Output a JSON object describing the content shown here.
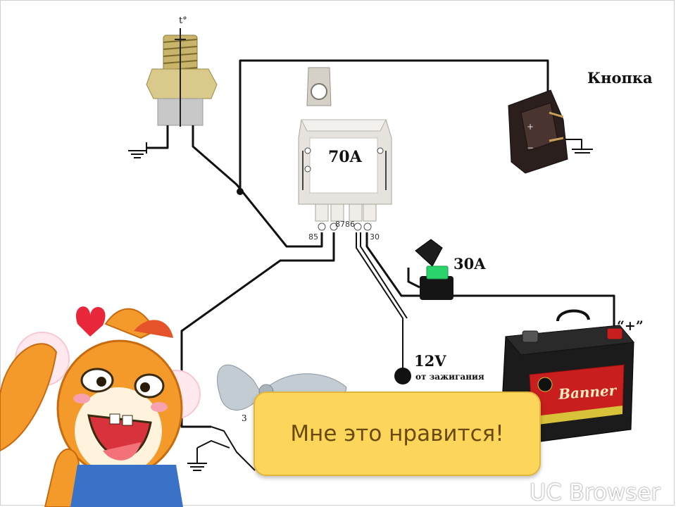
{
  "labels": {
    "button": "Кнопка",
    "relay_rating": "70A",
    "fuse_rating": "30A",
    "supply_voltage": "12V",
    "supply_source": "от зажигания",
    "battery_terminal": "“+”",
    "temp_sensor": "t°",
    "pin_85": "85",
    "pin_87_86": "8786",
    "pin_30": "30",
    "fan_wire": "3"
  },
  "battery": {
    "brand": "Banner"
  },
  "overlay": {
    "bubble_text": "Мне это нравится!",
    "watermark": "UC Browser"
  },
  "colors": {
    "wire": "#111111",
    "bubble_fill": "#fcd65a",
    "bubble_text": "#6a4a12",
    "battery_red": "#c81e1e",
    "fuse_green": "#2bd36a",
    "mascot_orange": "#f39a2b"
  }
}
